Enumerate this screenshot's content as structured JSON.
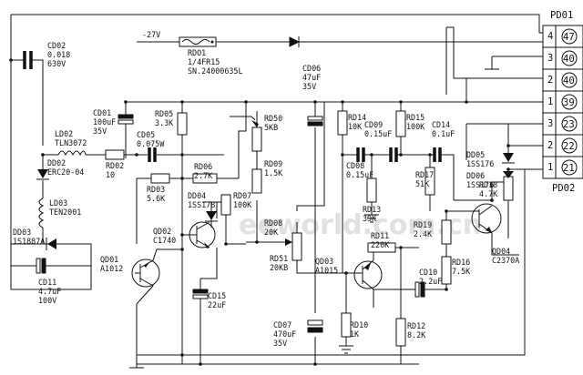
{
  "voltage_label": "-27V",
  "watermark": "eeworld.com.cn",
  "components": {
    "rdo1": [
      "RDO1",
      "1/4FR15",
      "SN.24000635L"
    ],
    "cd02": [
      "CD02",
      "0.018",
      "630V"
    ],
    "cd01": [
      "CD01",
      "100uF",
      "35V"
    ],
    "rd05": [
      "RD05",
      "3.3K"
    ],
    "cd05": [
      "CD05",
      "0.075W"
    ],
    "ld02": [
      "LD02",
      "TLN3072"
    ],
    "dd02": [
      "DD02",
      "ERC20-04"
    ],
    "ld03": [
      "LD03",
      "TEN2001"
    ],
    "dd03": [
      "DD03",
      "1S1887A"
    ],
    "cd11": [
      "CD11",
      "4.7uF",
      "100V"
    ],
    "rd02": [
      "RD02",
      "10"
    ],
    "rd03": [
      "RD03",
      "5.6K"
    ],
    "rd06": [
      "RD06",
      "2.7K"
    ],
    "dd04": [
      "DD04",
      "1SS178"
    ],
    "rd07": [
      "RD07",
      "100K"
    ],
    "qd02": [
      "QD02",
      "C1740"
    ],
    "qd01": [
      "QD01",
      "A1012"
    ],
    "cd15": [
      "CD15",
      "22uF"
    ],
    "rd50": [
      "RD50",
      "5KB"
    ],
    "rd09": [
      "RD09",
      "1.5K"
    ],
    "rd08": [
      "RD08",
      "20K"
    ],
    "rd51": [
      "RD51",
      "20KB"
    ],
    "cd06": [
      "CD06",
      "47uF",
      "35V"
    ],
    "cd07": [
      "CD07",
      "470uF",
      "35V"
    ],
    "rd14": [
      "RD14",
      "10K"
    ],
    "cd09": [
      "CD09",
      "0.15uF"
    ],
    "rd15": [
      "RD15",
      "100K"
    ],
    "cd08": [
      "CD08",
      "0.15uF"
    ],
    "rd13": [
      "RD13",
      "39K"
    ],
    "rd11": [
      "RD11",
      "220K"
    ],
    "qd03": [
      "QD03",
      "A1015"
    ],
    "rd10": [
      "RD10",
      "1K"
    ],
    "rd12": [
      "RD12",
      "8.2K"
    ],
    "cd14": [
      "CD14",
      "0.1uF"
    ],
    "rd17": [
      "RD17",
      "51K"
    ],
    "cd10": [
      "CD10",
      "2.2uF"
    ],
    "rd19": [
      "RD19",
      "2.4K"
    ],
    "rd16": [
      "RD16",
      "7.5K"
    ],
    "rd18": [
      "RD18",
      "4.7K"
    ],
    "qd04": [
      "QD04",
      "C2370A"
    ],
    "dd05": [
      "DD05",
      "1SS176"
    ],
    "dd06": [
      "DD06",
      "1SS176"
    ]
  },
  "connectors": {
    "pd01": {
      "name": "PD01",
      "pins": [
        {
          "number": "4",
          "label": "47"
        },
        {
          "number": "3",
          "label": "40"
        },
        {
          "number": "2",
          "label": "40"
        },
        {
          "number": "1",
          "label": "39"
        }
      ]
    },
    "pd02": {
      "name": "PD02",
      "pins": [
        {
          "number": "3",
          "label": "23"
        },
        {
          "number": "2",
          "label": "22"
        },
        {
          "number": "1",
          "label": "21"
        }
      ]
    }
  }
}
